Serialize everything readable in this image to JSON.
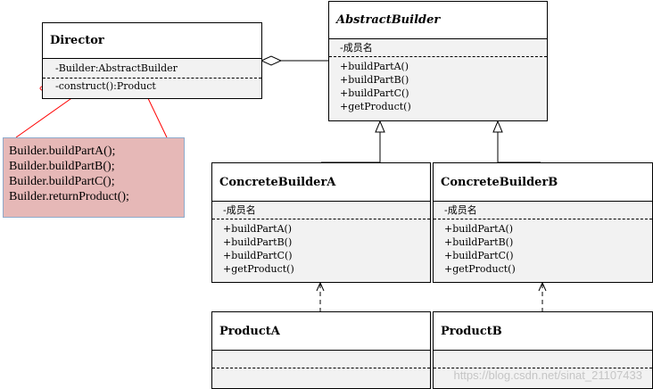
{
  "director": {
    "name": "Director",
    "attribute": "-Builder:AbstractBuilder",
    "operation": "-construct():Product"
  },
  "abstract_builder": {
    "name": "AbstractBuilder",
    "attribute": "-成员名",
    "operations": [
      "+buildPartA()",
      "+buildPartB()",
      "+buildPartC()",
      "+getProduct()"
    ]
  },
  "concrete_builder_a": {
    "name": "ConcreteBuilderA",
    "attribute": "-成员名",
    "operations": [
      "+buildPartA()",
      "+buildPartB()",
      "+buildPartC()",
      "+getProduct()"
    ]
  },
  "concrete_builder_b": {
    "name": "ConcreteBuilderB",
    "attribute": "-成员名",
    "operations": [
      "+buildPartA()",
      "+buildPartB()",
      "+buildPartC()",
      "+getProduct()"
    ]
  },
  "product_a": {
    "name": "ProductA"
  },
  "product_b": {
    "name": "ProductB"
  },
  "note": {
    "lines": [
      "Builder.buildPartA();",
      "Builder.buildPartB();",
      "Builder.buildPartC();",
      "Builder.returnProduct();"
    ]
  },
  "watermark": "https://blog.csdn.net/sinat_21107433",
  "colors": {
    "note_fill": "#e6b8b7",
    "note_border": "#8eaacb",
    "callout": "#ff0000",
    "class_fill": "#f2f2f2"
  }
}
